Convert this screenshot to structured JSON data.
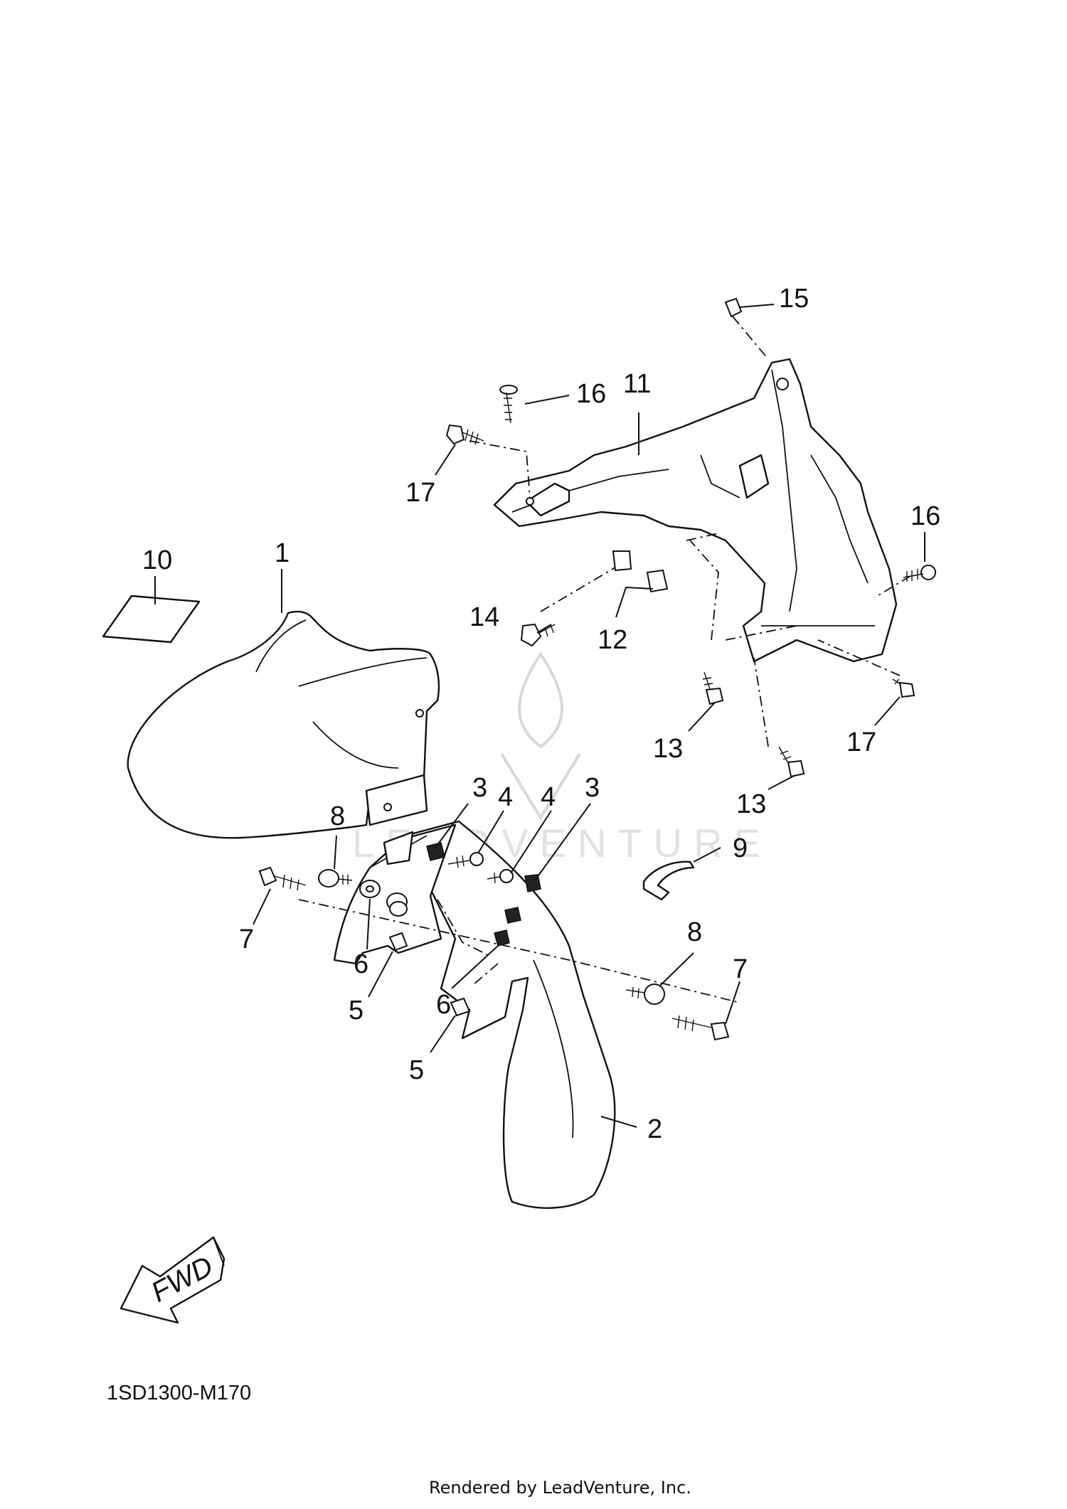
{
  "callouts": [
    {
      "id": "c10",
      "text": "10"
    },
    {
      "id": "c1",
      "text": "1"
    },
    {
      "id": "c15",
      "text": "15"
    },
    {
      "id": "c16a",
      "text": "16"
    },
    {
      "id": "c11",
      "text": "11"
    },
    {
      "id": "c17a",
      "text": "17"
    },
    {
      "id": "c16b",
      "text": "16"
    },
    {
      "id": "c14",
      "text": "14"
    },
    {
      "id": "c12",
      "text": "12"
    },
    {
      "id": "c13a",
      "text": "13"
    },
    {
      "id": "c17b",
      "text": "17"
    },
    {
      "id": "c13b",
      "text": "13"
    },
    {
      "id": "c3a",
      "text": "3"
    },
    {
      "id": "c4a",
      "text": "4"
    },
    {
      "id": "c4b",
      "text": "4"
    },
    {
      "id": "c3b",
      "text": "3"
    },
    {
      "id": "c8a",
      "text": "8"
    },
    {
      "id": "c9",
      "text": "9"
    },
    {
      "id": "c7a",
      "text": "7"
    },
    {
      "id": "c6a",
      "text": "6"
    },
    {
      "id": "c5a",
      "text": "5"
    },
    {
      "id": "c8b",
      "text": "8"
    },
    {
      "id": "c7b",
      "text": "7"
    },
    {
      "id": "c6b",
      "text": "6"
    },
    {
      "id": "c5b",
      "text": "5"
    },
    {
      "id": "c2",
      "text": "2"
    }
  ],
  "fwd_label": "FWD",
  "diagram_code": "1SD1300-M170",
  "render_credit": "Rendered by LeadVenture, Inc.",
  "watermark_text": "LEADVENTURE"
}
